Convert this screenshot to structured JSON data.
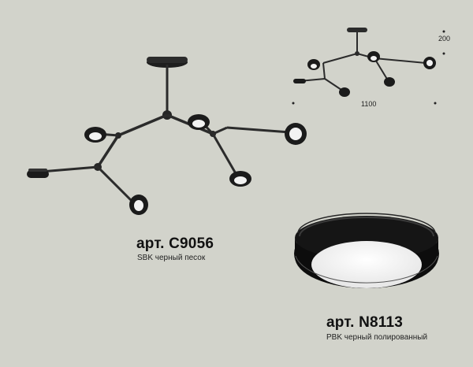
{
  "products": [
    {
      "article": "арт. C9056",
      "finish": "SBK черный песок"
    },
    {
      "article": "арт. N8113",
      "finish": "PBK черный полированный"
    }
  ],
  "dimensions": {
    "width": "1100",
    "height": "200"
  },
  "colors": {
    "background": "#d2d3cb",
    "metal": "#2a2a2a",
    "diffuser": "#f4f4f4"
  }
}
